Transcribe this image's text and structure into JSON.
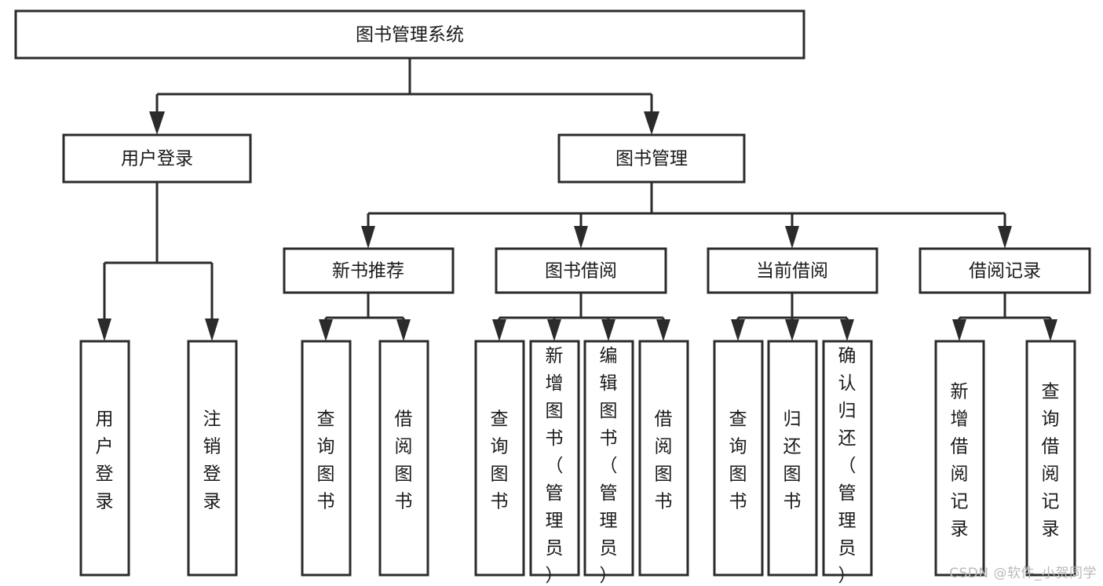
{
  "diagram": {
    "type": "tree-hierarchy",
    "title": "图书管理系统",
    "watermark": "CSDN @软件_小贺同学",
    "colors": {
      "background": "#ffffff",
      "box_fill": "#ffffff",
      "box_stroke": "#2b2b2b",
      "text": "#1a1a1a",
      "connector": "#2b2b2b",
      "watermark": "#b9b9b9"
    },
    "root": {
      "label": "图书管理系统"
    },
    "level2": [
      {
        "label": "用户登录"
      },
      {
        "label": "图书管理"
      }
    ],
    "level3": [
      {
        "label": "新书推荐"
      },
      {
        "label": "图书借阅"
      },
      {
        "label": "当前借阅"
      },
      {
        "label": "借阅记录"
      }
    ],
    "leaves": {
      "user_login": [
        {
          "label": "用户登录"
        },
        {
          "label": "注销登录"
        }
      ],
      "new_book_recommend": [
        {
          "label": "查询图书"
        },
        {
          "label": "借阅图书"
        }
      ],
      "book_borrow": [
        {
          "label": "查询图书"
        },
        {
          "label": "新增图书（管理员）"
        },
        {
          "label": "编辑图书（管理员）"
        },
        {
          "label": "借阅图书"
        }
      ],
      "current_borrow": [
        {
          "label": "查询图书"
        },
        {
          "label": "归还图书"
        },
        {
          "label": "确认归还（管理员）"
        }
      ],
      "borrow_record": [
        {
          "label": "新增借阅记录"
        },
        {
          "label": "查询借阅记录"
        }
      ]
    }
  }
}
